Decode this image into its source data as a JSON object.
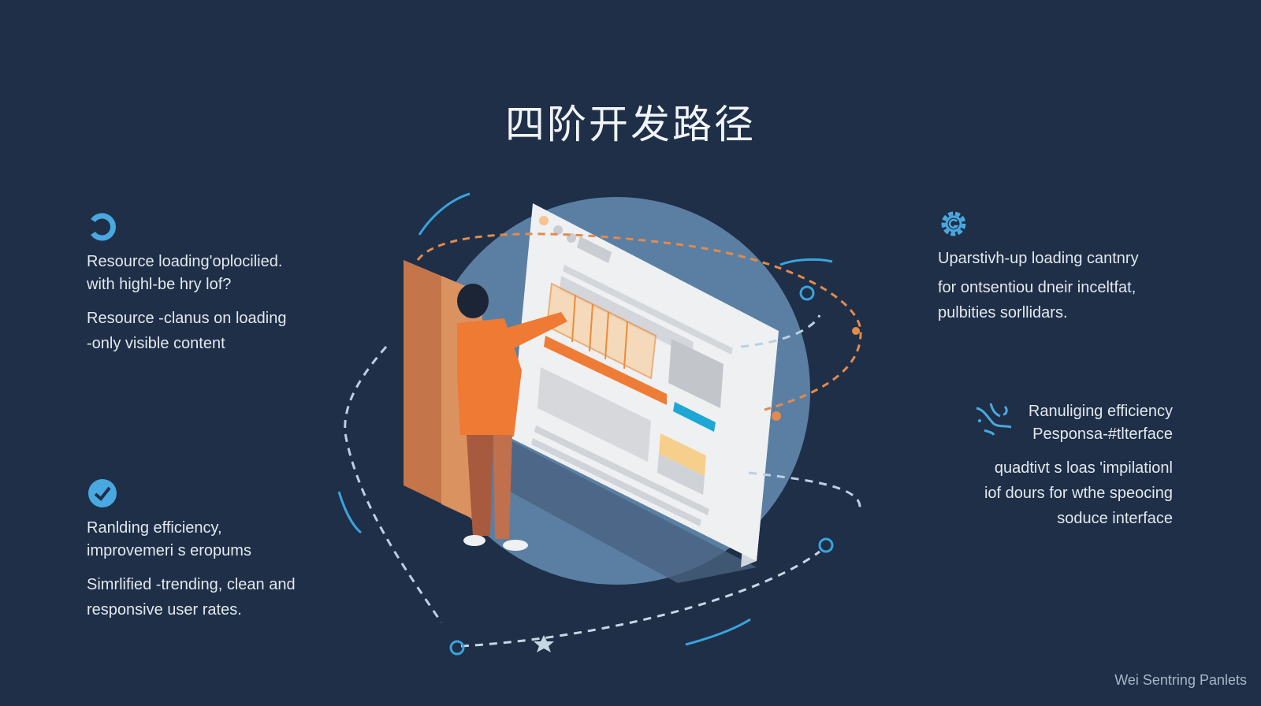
{
  "title": "四阶开发路径",
  "features": [
    {
      "icon": "refresh-ring-icon",
      "heading_lines": [
        "Resource loading'oplocilied.",
        "with highl-be hry lof?"
      ],
      "body_lines": [
        "Resource -clanus on loading",
        "-only visible content"
      ]
    },
    {
      "icon": "check-circle-icon",
      "heading_lines": [
        "Ranlding efficiency,",
        "improvemeri s eropums"
      ],
      "body_lines": [
        "Simrlified -trending, clean and",
        "responsive user rates."
      ]
    },
    {
      "icon": "gear-icon",
      "heading_lines": [
        "Uparstivh-up loading cantnry"
      ],
      "body_lines": [
        "for ontsentiou dneir inceltfat,",
        "pulbities sorllidars."
      ]
    },
    {
      "icon": "splash-spark-icon",
      "heading_lines": [
        "Ranuliging efficiency",
        "Pesponsa-#tlterface"
      ],
      "body_lines": [
        "quadtivt s loas 'impilationl",
        "iof dours for wthe speocing",
        "soduce interface"
      ]
    }
  ],
  "illustration": {
    "subject": "person-interacting-with-web-page-mockup",
    "colors": {
      "background": "#1e2f47",
      "circle": "#5a7fa3",
      "screen": "#eef0f2",
      "accent_orange": "#ee7a35",
      "accent_blue": "#3aa3dc",
      "highlight_yellow": "#f7cf8c",
      "panel_gray": "#c4c8cd"
    }
  },
  "footer": {
    "caption": "Wei Sentring Panlets"
  }
}
